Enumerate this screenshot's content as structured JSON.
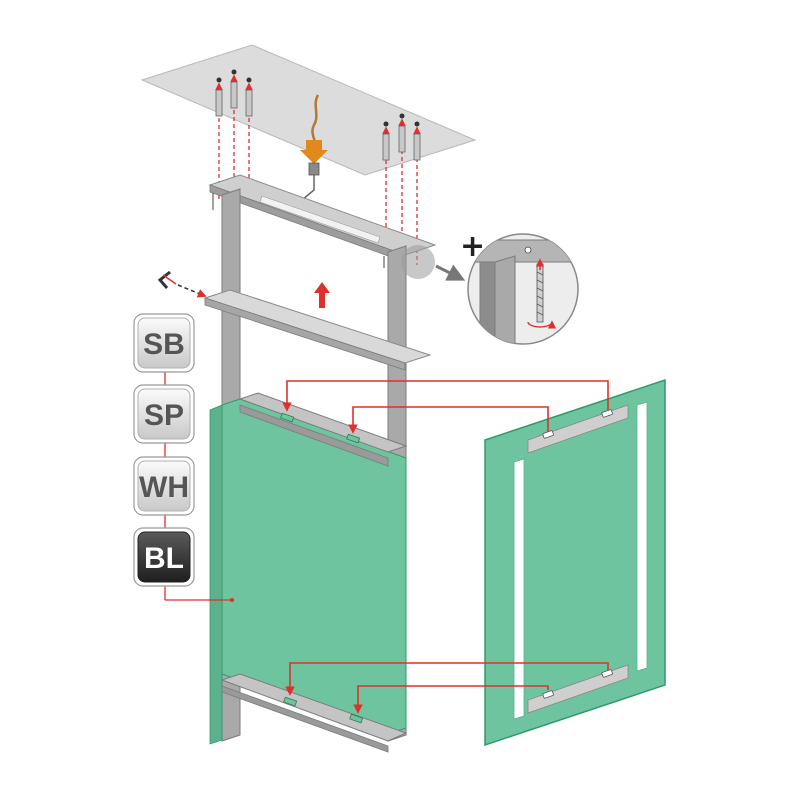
{
  "finish_options": [
    {
      "code": "SB",
      "style": "light"
    },
    {
      "code": "SP",
      "style": "light"
    },
    {
      "code": "WH",
      "style": "light"
    },
    {
      "code": "BL",
      "style": "dark"
    }
  ],
  "detail_callout": {
    "symbol": "+"
  },
  "icons": [
    "anchor-screw-icon",
    "ceiling-cable-icon",
    "hex-key-icon",
    "lift-up-arrow-icon",
    "rotate-screw-icon"
  ],
  "colors": {
    "panel_green": "#6ec49f",
    "panel_green_edge": "#2e9a6e",
    "frame_gray": "#a9a9a9",
    "frame_dark": "#7b7b7b",
    "ceiling_gray": "#dcdcdc",
    "guide_red": "#e0302a",
    "cable_orange": "#e08a1e",
    "badge_dark": "#333333"
  }
}
